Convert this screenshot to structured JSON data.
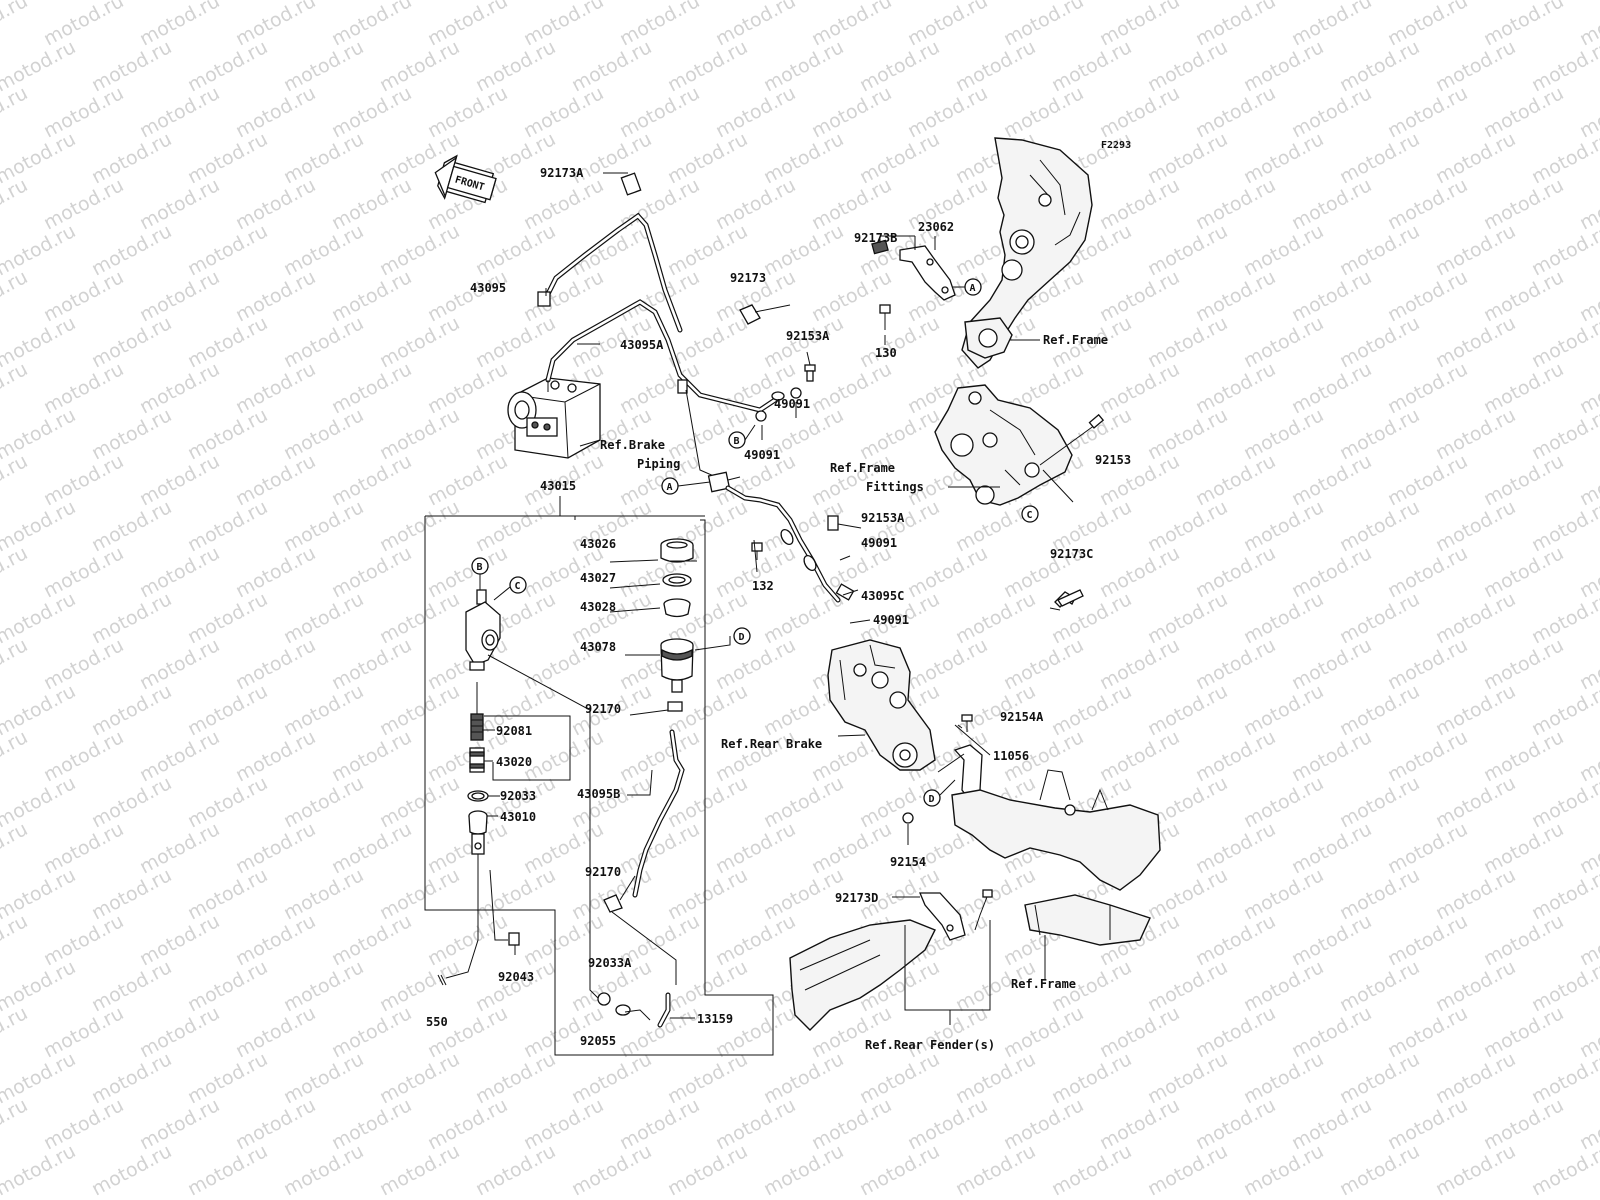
{
  "diagram": {
    "figure_code": "F2293",
    "front_label": "FRONT",
    "watermark": "motod.ru",
    "part_labels": {
      "p92173A": "92173A",
      "p43095": "43095",
      "p43095A": "43095A",
      "p92173": "92173",
      "p92173B": "92173B",
      "p23062": "23062",
      "p130": "130",
      "p92153A_top": "92153A",
      "p49091_a": "49091",
      "p49091_b": "49091",
      "p92153": "92153",
      "p43015": "43015",
      "p43026": "43026",
      "p43027": "43027",
      "p43028": "43028",
      "p43078": "43078",
      "p92170_a": "92170",
      "p92081": "92081",
      "p43020": "43020",
      "p92033": "92033",
      "p43010": "43010",
      "p43095B": "43095B",
      "p92170_b": "92170",
      "p92043": "92043",
      "p550": "550",
      "p92033A": "92033A",
      "p92055": "92055",
      "p13159": "13159",
      "p132": "132",
      "p92153A_mid": "92153A",
      "p49091_c": "49091",
      "p43095C": "43095C",
      "p49091_d": "49091",
      "p92173C": "92173C",
      "p92154A": "92154A",
      "p11056": "11056",
      "p92154": "92154",
      "p92173D": "92173D"
    },
    "references": {
      "ref_frame_top": "Ref.Frame",
      "ref_brake_piping_1": "Ref.Brake",
      "ref_brake_piping_2": "Piping",
      "ref_frame_fittings_1": "Ref.Frame",
      "ref_frame_fittings_2": "Fittings",
      "ref_rear_brake": "Ref.Rear Brake",
      "ref_frame_bottom": "Ref.Frame",
      "ref_rear_fender": "Ref.Rear Fender(s)"
    },
    "callouts": {
      "a1": "A",
      "a2": "A",
      "b1": "B",
      "b2": "B",
      "c1": "C",
      "c2": "C",
      "d1": "D",
      "d2": "D"
    }
  }
}
